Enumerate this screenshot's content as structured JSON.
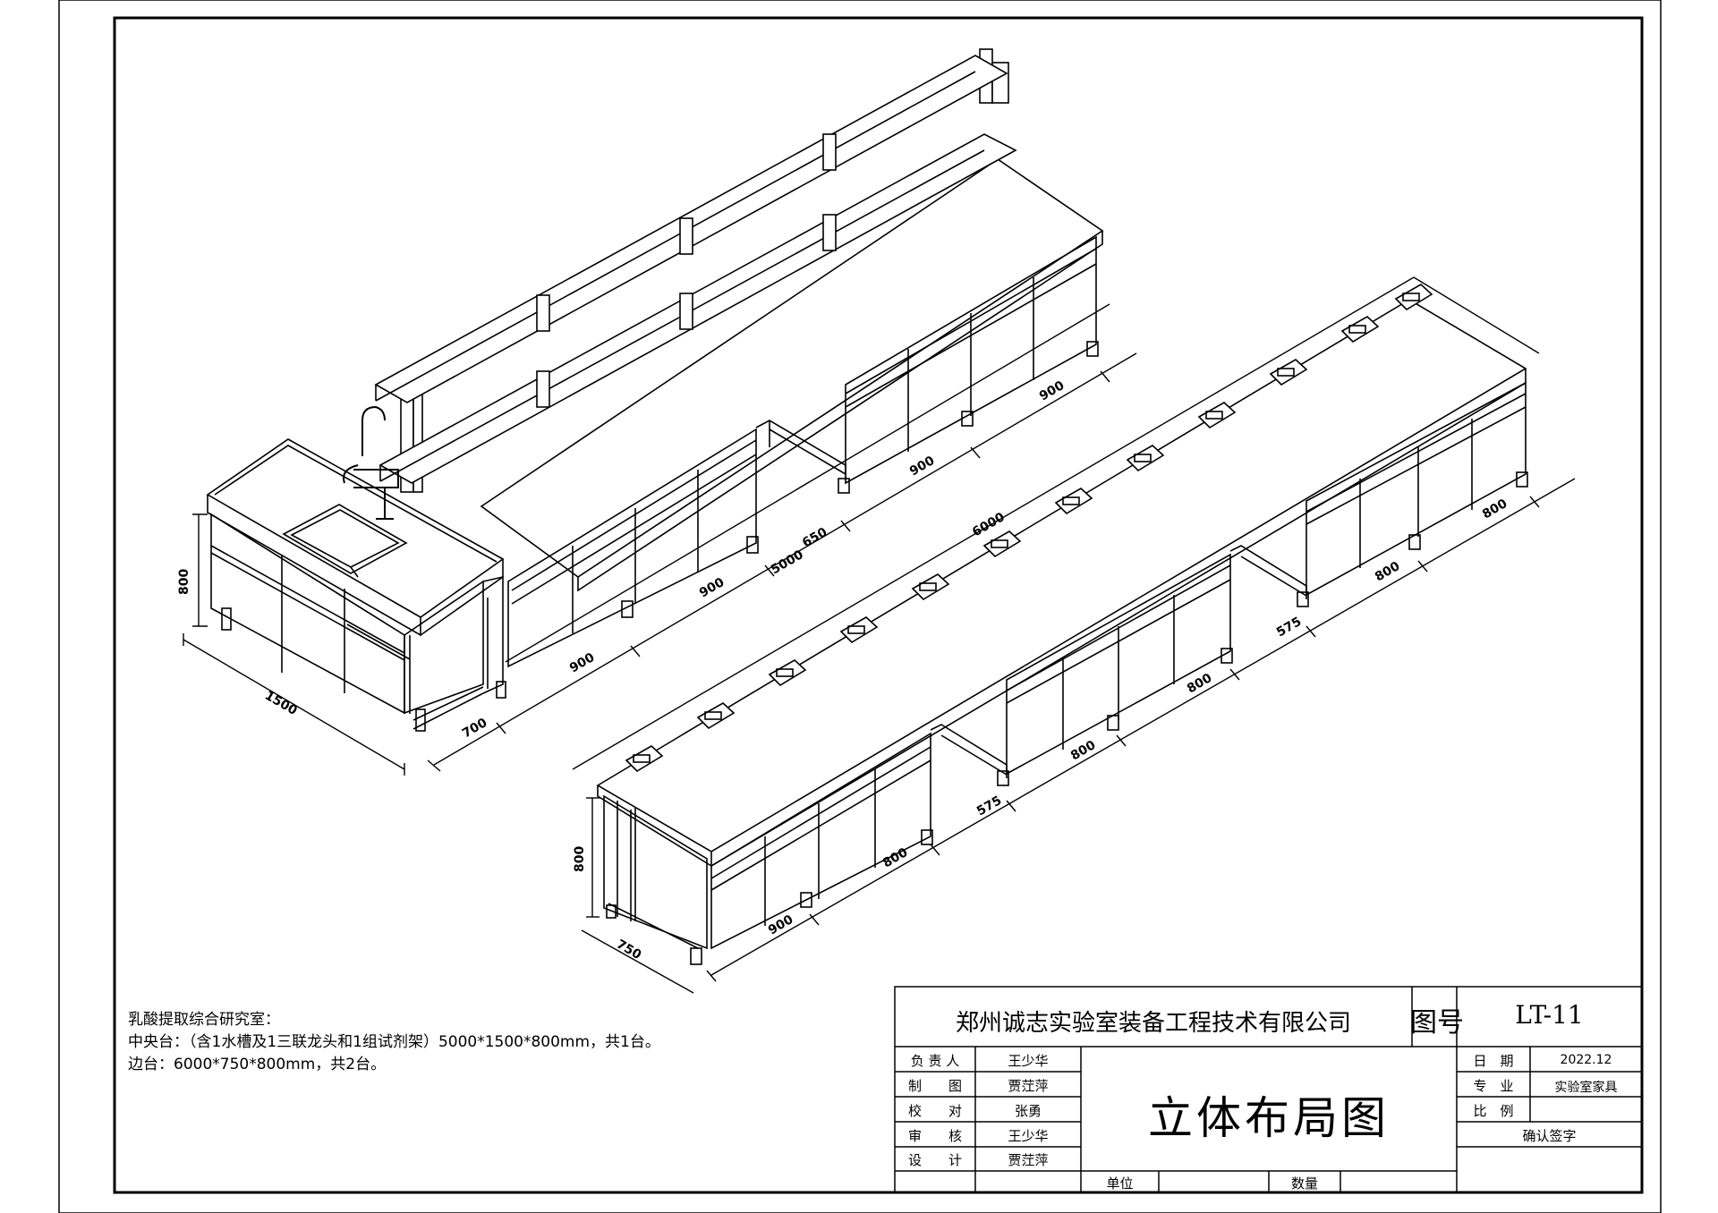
{
  "notes": {
    "line1": "乳酸提取综合研究室：",
    "line2": "中央台：（含1水槽及1三联龙头和1组试剂架）5000*1500*800mm，共1台。",
    "line3": "边台：6000*750*800mm，共2台。"
  },
  "title_block": {
    "company": "郑州诚志实验室装备工程技术有限公司",
    "drawing_no_label": "图号",
    "drawing_no": "LT-11",
    "title": "立体布局图",
    "roles": [
      {
        "label": "负 责 人",
        "name": "王少华"
      },
      {
        "label": "制　　图",
        "name": "贾茳萍"
      },
      {
        "label": "校　　对",
        "name": "张勇"
      },
      {
        "label": "审　　核",
        "name": "王少华"
      },
      {
        "label": "设　　计",
        "name": "贾茳萍"
      }
    ],
    "date_label": "日　期",
    "date": "2022.12",
    "major_label": "专　业",
    "major": "实验室家具",
    "scale_label": "比　例",
    "scale": "",
    "confirm_label": "确认签字",
    "unit_label": "单位",
    "qty_label": "数量"
  },
  "dimensions": {
    "center_height": "800",
    "center_depth": "1500",
    "center_700": "700",
    "center_900a": "900",
    "center_900b": "900",
    "center_650": "650",
    "center_900c": "900",
    "center_900d": "900",
    "center_total": "5000",
    "side_height": "800",
    "side_depth": "750",
    "side_900a": "900",
    "side_800a": "800",
    "side_575a": "575",
    "side_800b": "800",
    "side_800c": "800",
    "side_575b": "575",
    "side_800d": "800",
    "side_800e": "800",
    "side_total": "6000"
  }
}
